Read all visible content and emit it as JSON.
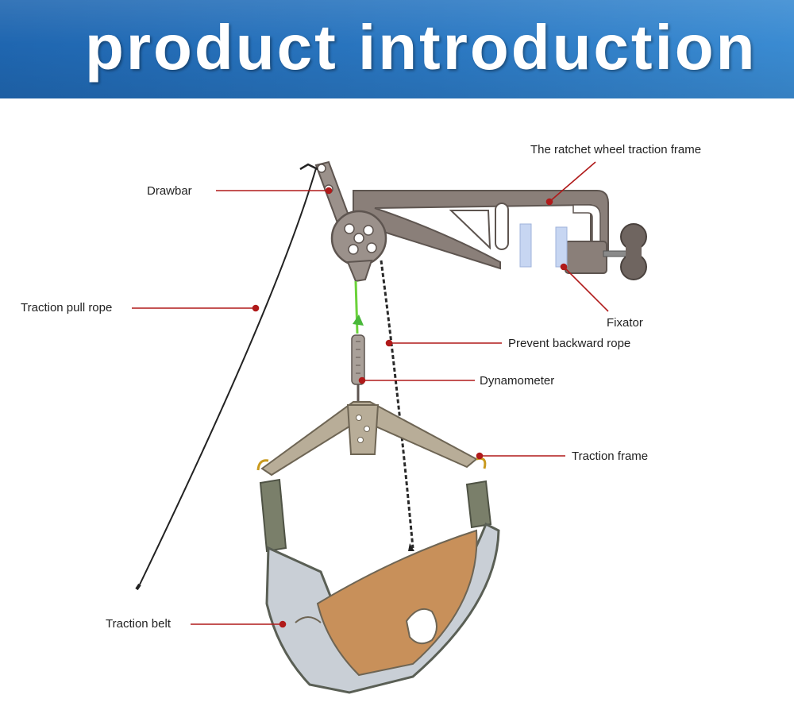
{
  "header": {
    "title": "product introduction",
    "bg_color": "#2b78c2",
    "text_color": "#ffffff"
  },
  "accent_color": "#b01a1a",
  "labels": {
    "ratchet": "The ratchet wheel traction frame",
    "drawbar": "Drawbar",
    "fixator": "Fixator",
    "pull_rope": "Traction pull rope",
    "backward_rope": "Prevent backward rope",
    "dynamometer": "Dynamometer",
    "traction_frame": "Traction frame",
    "traction_belt": "Traction belt"
  }
}
